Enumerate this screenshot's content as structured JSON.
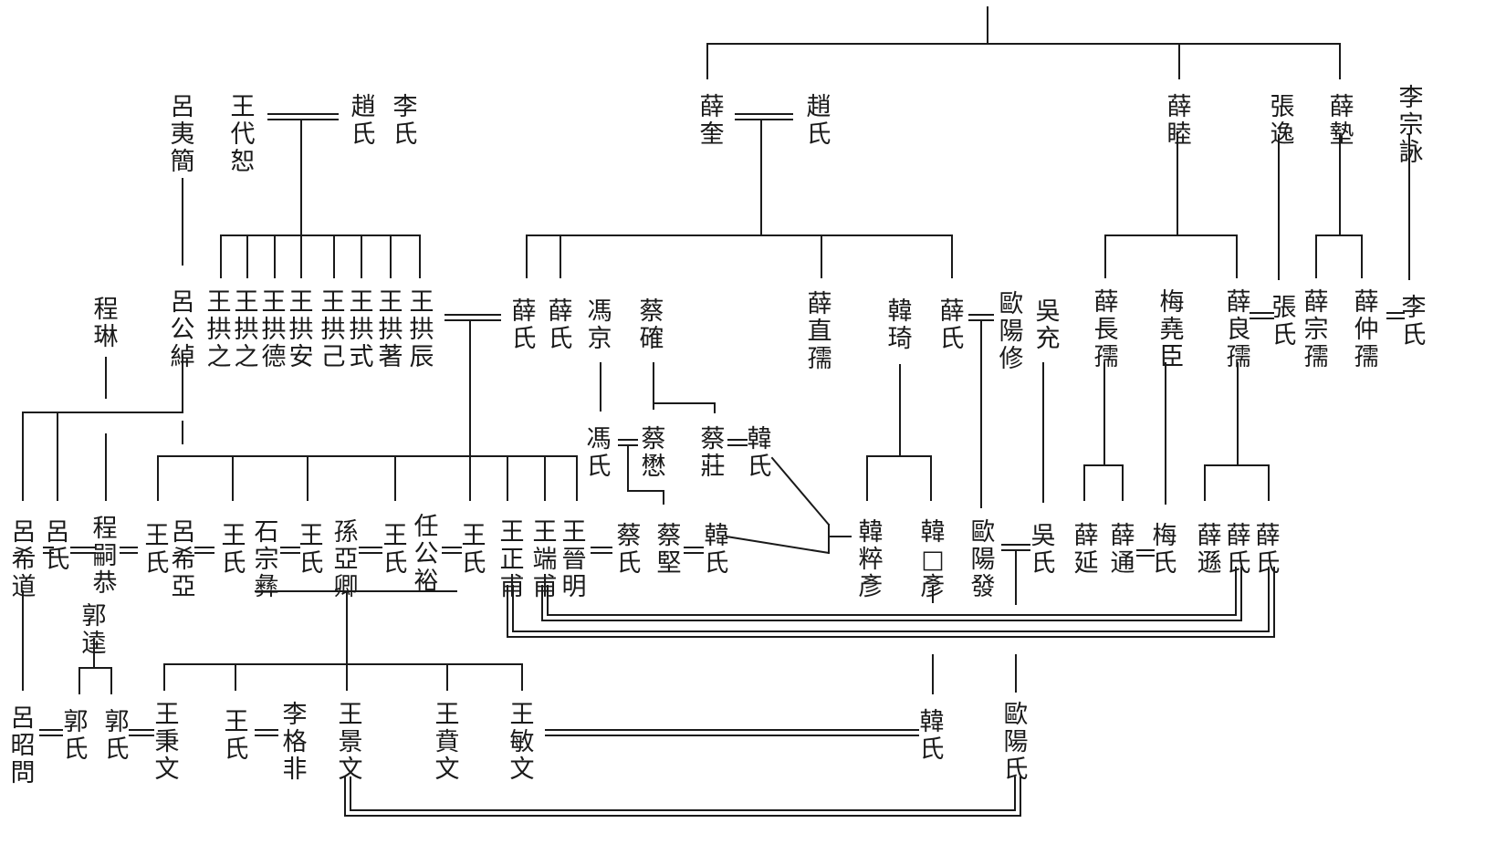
{
  "people": [
    {
      "id": "lv_yijian",
      "name": "呂夷簡"
    },
    {
      "id": "wang_daishu",
      "name": "王代恕"
    },
    {
      "id": "zhao_a",
      "name": "趙氏"
    },
    {
      "id": "li_a",
      "name": "李氏"
    },
    {
      "id": "xue_kui",
      "name": "薛奎"
    },
    {
      "id": "zhao_b",
      "name": "趙氏"
    },
    {
      "id": "xue_mu",
      "name": "薛睦"
    },
    {
      "id": "zhang_yi",
      "name": "張逸"
    },
    {
      "id": "xue_dian",
      "name": "薛墊"
    },
    {
      "id": "li_zongyong",
      "name": "李宗詠"
    },
    {
      "id": "cheng_lin",
      "name": "程琳"
    },
    {
      "id": "lv_gongchuo",
      "name": "呂公綽"
    },
    {
      "id": "wang_gongzhi1",
      "name": "王拱之"
    },
    {
      "id": "wang_gongzhi2",
      "name": "王拱之"
    },
    {
      "id": "wang_gongde",
      "name": "王拱德"
    },
    {
      "id": "wang_gongan",
      "name": "王拱安"
    },
    {
      "id": "wang_gongji",
      "name": "王拱己"
    },
    {
      "id": "wang_gongshi",
      "name": "王拱式"
    },
    {
      "id": "wang_gongzhu",
      "name": "王拱著"
    },
    {
      "id": "wang_gongchen",
      "name": "王拱辰"
    },
    {
      "id": "xue_a",
      "name": "薛氏"
    },
    {
      "id": "xue_b",
      "name": "薛氏"
    },
    {
      "id": "feng_jing",
      "name": "馮京"
    },
    {
      "id": "cai_que",
      "name": "蔡確"
    },
    {
      "id": "xue_zhiru",
      "name": "薛直孺"
    },
    {
      "id": "han_qi",
      "name": "韓琦"
    },
    {
      "id": "xue_c",
      "name": "薛氏"
    },
    {
      "id": "ouyang_xiu",
      "name": "歐陽修"
    },
    {
      "id": "wu_chong",
      "name": "吳充"
    },
    {
      "id": "xue_changru",
      "name": "薛長孺"
    },
    {
      "id": "mei_yaochen",
      "name": "梅堯臣"
    },
    {
      "id": "xue_liangru",
      "name": "薛良孺"
    },
    {
      "id": "zhang_a",
      "name": "張氏"
    },
    {
      "id": "xue_zongru",
      "name": "薛宗孺"
    },
    {
      "id": "xue_zhongru",
      "name": "薛仲孺"
    },
    {
      "id": "li_b",
      "name": "李氏"
    },
    {
      "id": "feng_a",
      "name": "馮氏"
    },
    {
      "id": "cai_mao",
      "name": "蔡懋"
    },
    {
      "id": "cai_zhuang",
      "name": "蔡莊"
    },
    {
      "id": "han_a",
      "name": "韓氏"
    },
    {
      "id": "lv_xidao",
      "name": "呂希道"
    },
    {
      "id": "lv_a",
      "name": "呂氏"
    },
    {
      "id": "cheng_sigong",
      "name": "程嗣恭"
    },
    {
      "id": "wang_a",
      "name": "王氏"
    },
    {
      "id": "lv_xiya",
      "name": "呂希亞"
    },
    {
      "id": "wang_b",
      "name": "王氏"
    },
    {
      "id": "shi_zongyi",
      "name": "石宗彝"
    },
    {
      "id": "wang_c",
      "name": "王氏"
    },
    {
      "id": "sun_yaqing",
      "name": "孫亞卿"
    },
    {
      "id": "wang_d",
      "name": "王氏"
    },
    {
      "id": "ren_gongyu",
      "name": "任公裕"
    },
    {
      "id": "wang_e",
      "name": "王氏"
    },
    {
      "id": "wang_zhengfu",
      "name": "王正甫"
    },
    {
      "id": "wang_duanfu",
      "name": "王端甫"
    },
    {
      "id": "wang_jinming",
      "name": "王晉明"
    },
    {
      "id": "cai_b",
      "name": "蔡氏"
    },
    {
      "id": "cai_jian",
      "name": "蔡堅"
    },
    {
      "id": "han_b",
      "name": "韓氏"
    },
    {
      "id": "han_cuiyan",
      "name": "韓粹彥"
    },
    {
      "id": "han_yan",
      "name": "韓□彥"
    },
    {
      "id": "ouyang_fa",
      "name": "歐陽發"
    },
    {
      "id": "wu_a",
      "name": "吳氏"
    },
    {
      "id": "xue_yan",
      "name": "薛延"
    },
    {
      "id": "xue_tong",
      "name": "薛通"
    },
    {
      "id": "mei_a",
      "name": "梅氏"
    },
    {
      "id": "xue_sun",
      "name": "薛遜"
    },
    {
      "id": "xue_d",
      "name": "薛氏"
    },
    {
      "id": "xue_e",
      "name": "薛氏"
    },
    {
      "id": "guo_kui",
      "name": "郭逵"
    },
    {
      "id": "lv_zhaowen",
      "name": "呂昭問"
    },
    {
      "id": "guo_a",
      "name": "郭氏"
    },
    {
      "id": "guo_b",
      "name": "郭氏"
    },
    {
      "id": "wang_bingwen",
      "name": "王秉文"
    },
    {
      "id": "wang_f",
      "name": "王氏"
    },
    {
      "id": "li_gefei",
      "name": "李格非"
    },
    {
      "id": "wang_jingwen",
      "name": "王景文"
    },
    {
      "id": "wang_benwen",
      "name": "王賁文"
    },
    {
      "id": "wang_minwen",
      "name": "王敏文"
    },
    {
      "id": "han_c",
      "name": "韓氏"
    },
    {
      "id": "ouyang_a",
      "name": "歐陽氏"
    }
  ]
}
